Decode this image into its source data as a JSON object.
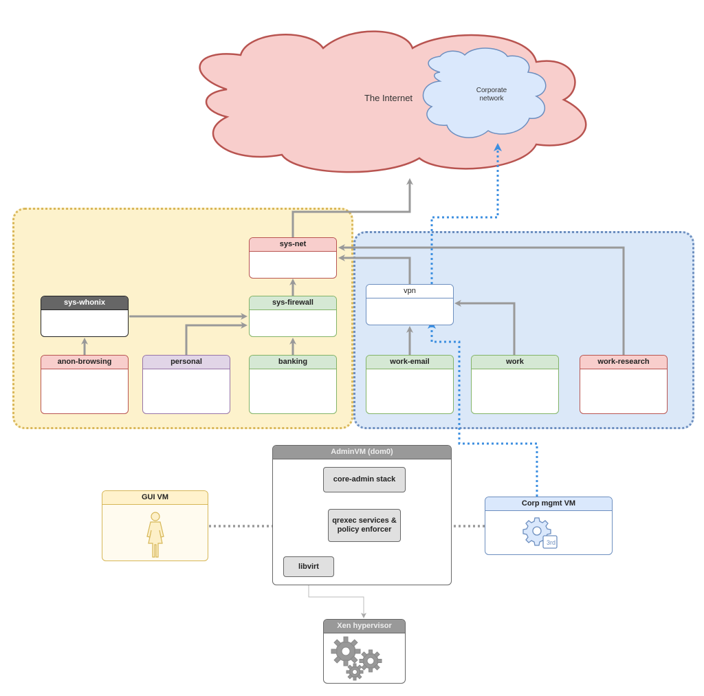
{
  "internet": {
    "label": "The Internet",
    "fill": "#f8cecc",
    "stroke": "#b85450"
  },
  "corporate": {
    "label_line1": "Corporate",
    "label_line2": "network",
    "fill": "#dae8fc",
    "stroke": "#6c8ebf"
  },
  "zones": {
    "yellow_fill": "#fdf2cc",
    "blue_fill": "#dbe8f8"
  },
  "vms": {
    "sys_net": "sys-net",
    "sys_whonix": "sys-whonix",
    "sys_firewall": "sys-firewall",
    "anon_browsing": "anon-browsing",
    "personal": "personal",
    "banking": "banking",
    "vpn": "vpn",
    "work_email": "work-email",
    "work": "work",
    "work_research": "work-research",
    "gui_vm": "GUI VM",
    "corp_mgmt": "Corp mgmt VM",
    "admin_vm": "AdminVM (dom0)",
    "xen": "Xen hypervisor"
  },
  "admin": {
    "core_admin": "core-admin stack",
    "qrexec_line1": "qrexec services &",
    "qrexec_line2": "policy enforcer",
    "libvirt": "libvirt"
  },
  "icons": {
    "gui_icon": "person-icon",
    "corp_icon": "third-party-gear-icon",
    "xen_icon": "gears-icon"
  },
  "badge": "3rd",
  "colors": {
    "arrow_grey": "#999999",
    "dotted_blue": "#3d8fe0",
    "dotted_grey": "#999999"
  }
}
